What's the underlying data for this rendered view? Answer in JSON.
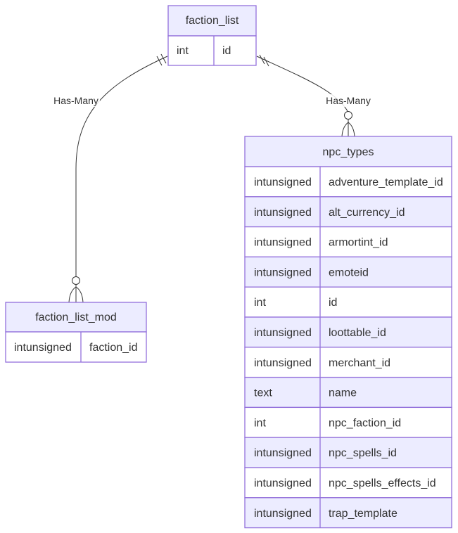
{
  "entities": {
    "faction_list": {
      "name": "faction_list",
      "attributes": [
        {
          "type": "int",
          "name": "id"
        }
      ]
    },
    "faction_list_mod": {
      "name": "faction_list_mod",
      "attributes": [
        {
          "type": "intunsigned",
          "name": "faction_id"
        }
      ]
    },
    "npc_types": {
      "name": "npc_types",
      "attributes": [
        {
          "type": "intunsigned",
          "name": "adventure_template_id"
        },
        {
          "type": "intunsigned",
          "name": "alt_currency_id"
        },
        {
          "type": "intunsigned",
          "name": "armortint_id"
        },
        {
          "type": "intunsigned",
          "name": "emoteid"
        },
        {
          "type": "int",
          "name": "id"
        },
        {
          "type": "intunsigned",
          "name": "loottable_id"
        },
        {
          "type": "intunsigned",
          "name": "merchant_id"
        },
        {
          "type": "text",
          "name": "name"
        },
        {
          "type": "int",
          "name": "npc_faction_id"
        },
        {
          "type": "intunsigned",
          "name": "npc_spells_id"
        },
        {
          "type": "intunsigned",
          "name": "npc_spells_effects_id"
        },
        {
          "type": "intunsigned",
          "name": "trap_template"
        }
      ]
    }
  },
  "relationships": [
    {
      "from": "faction_list",
      "to": "faction_list_mod",
      "label": "Has-Many",
      "cardinality_from": "exactly-one",
      "cardinality_to": "zero-or-more"
    },
    {
      "from": "faction_list",
      "to": "npc_types",
      "label": "Has-Many",
      "cardinality_from": "exactly-one",
      "cardinality_to": "zero-or-more"
    }
  ],
  "colors": {
    "entity_border": "#9370DB",
    "entity_header_fill": "#ECECFF",
    "row_alt_fill": "#ECECFF",
    "row_fill": "#ffffff",
    "line": "#333333",
    "text": "#333333"
  }
}
